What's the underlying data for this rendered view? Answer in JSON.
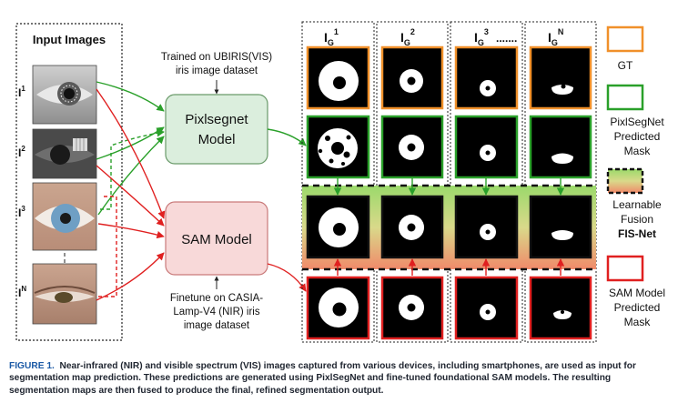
{
  "diagram": {
    "inputs_title": "Input Images",
    "input_labels": [
      {
        "base": "I",
        "sup": "1"
      },
      {
        "base": "I",
        "sup": "2"
      },
      {
        "base": "I",
        "sup": "3"
      },
      {
        "base": "I",
        "sup": "N"
      }
    ],
    "pixlsegnet": {
      "note_line1": "Trained on UBIRIS(VIS)",
      "note_line2": "iris image dataset",
      "box_line1": "Pixlsegnet",
      "box_line2": "Model"
    },
    "sam": {
      "box_label": "SAM Model",
      "note_line1": "Finetune on CASIA-",
      "note_line2": "Lamp-V4 (NIR) iris",
      "note_line3": "image dataset"
    },
    "grid_headers": [
      {
        "base": "I",
        "sub": "G",
        "sup": "1"
      },
      {
        "base": "I",
        "sub": "G",
        "sup": "2"
      },
      {
        "base": "I",
        "sub": "G",
        "sup": "3"
      },
      {
        "base": "I",
        "sub": "G",
        "sup": "N"
      }
    ],
    "header_dots": ".......",
    "legend": {
      "gt": "GT",
      "pixlsegnet_line1": "PixlSegNet",
      "pixlsegnet_line2": "Predicted",
      "pixlsegnet_line3": "Mask",
      "fusion_line1": "Learnable",
      "fusion_line2": "Fusion",
      "fusion_line3": "FIS-Net",
      "sam_line1": "SAM Model",
      "sam_line2": "Predicted",
      "sam_line3": "Mask"
    },
    "colors": {
      "gt": "#f0902a",
      "pixlsegnet": "#2aa02a",
      "sam": "#e02020",
      "pixlsegnet_box_fill": "#dbeedd",
      "sam_box_fill": "#f8d9d9",
      "fusion_top": "#9bd96b",
      "fusion_bottom": "#f08a6a"
    }
  },
  "caption": {
    "label": "FIGURE 1.",
    "text": "Near-infrared (NIR) and visible spectrum (VIS) images captured from various devices, including smartphones, are used as input for segmentation map prediction. These predictions are generated using PixlSegNet and fine-tuned foundational SAM models. The resulting segmentation maps are then fused to produce the final, refined segmentation output."
  }
}
